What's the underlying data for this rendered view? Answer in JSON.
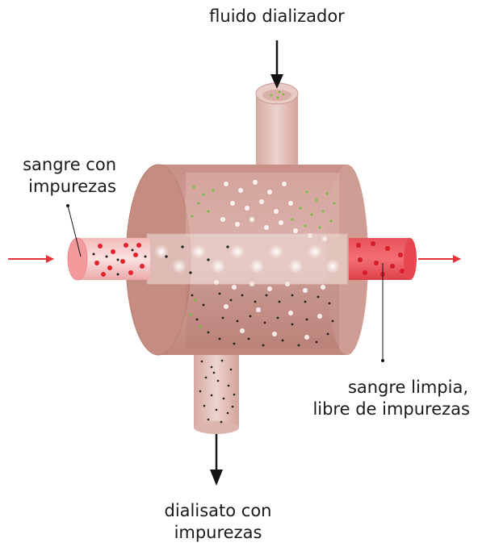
{
  "labels": {
    "fluid_in": "fluido dializador",
    "blood_in_line1": "sangre con",
    "blood_in_line2": "impurezas",
    "blood_out_line1": "sangre limpia,",
    "blood_out_line2": "libre de impurezas",
    "dialysate_line1": "dialisato con",
    "dialysate_line2": "impurezas"
  },
  "colors": {
    "arrow_red": "#e8323a",
    "arrow_black": "#141414",
    "housing": "#c9948a",
    "blood_dot": "#e0232e",
    "clean_blood": "#e5333a",
    "fluid_dot": "#6fbf3a",
    "waste_dot": "#1e1e1e"
  }
}
